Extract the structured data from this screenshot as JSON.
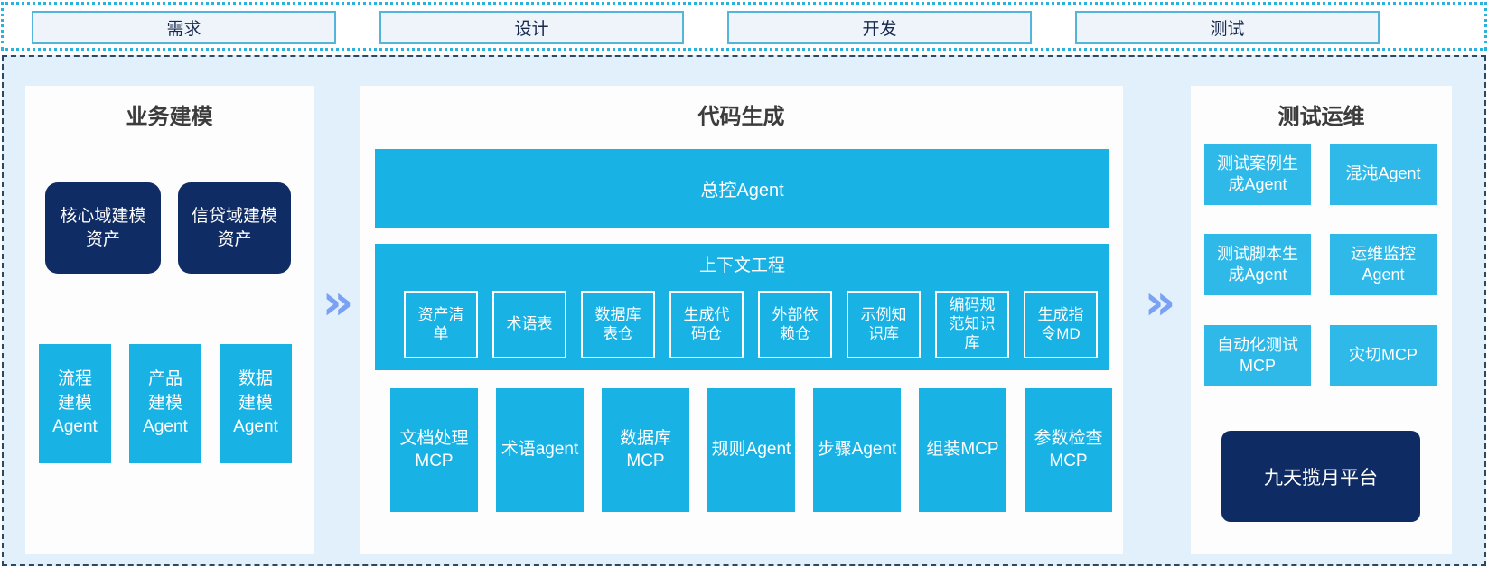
{
  "phases": [
    {
      "label": "需求"
    },
    {
      "label": "设计"
    },
    {
      "label": "开发"
    },
    {
      "label": "测试"
    }
  ],
  "arrows": {
    "glyph": "»"
  },
  "palette": {
    "cyan": "#18b2e5",
    "cyan_light": "#2eb9e8",
    "navy": "#102c64",
    "container_bg": "#e2f0fb",
    "panel_bg": "#fdfdfe",
    "dotted_border": "#29b2dd",
    "dashed_border": "#2b4960",
    "phase_box_bg": "#eef4f9",
    "phase_box_border": "#55b4da",
    "arrow": "#7aa1f3"
  },
  "business_modeling": {
    "title": "业务建模",
    "assets": [
      {
        "label": "核心域建模资产"
      },
      {
        "label": "信贷域建模资产"
      }
    ],
    "agents": [
      {
        "label": "流程建模Agent"
      },
      {
        "label": "产品建模Agent"
      },
      {
        "label": "数据建模Agent"
      }
    ]
  },
  "code_generation": {
    "title": "代码生成",
    "master_agent": "总控Agent",
    "context_engineering": {
      "title": "上下文工程",
      "items": [
        {
          "label": "资产清单"
        },
        {
          "label": "术语表"
        },
        {
          "label": "数据库表仓"
        },
        {
          "label": "生成代码仓"
        },
        {
          "label": "外部依赖仓"
        },
        {
          "label": "示例知识库"
        },
        {
          "label": "编码规范知识库"
        },
        {
          "label": "生成指令MD"
        }
      ]
    },
    "tools": [
      {
        "label": "文档处理MCP"
      },
      {
        "label": "术语agent"
      },
      {
        "label": "数据库MCP"
      },
      {
        "label": "规则Agent"
      },
      {
        "label": "步骤Agent"
      },
      {
        "label": "组装MCP"
      },
      {
        "label": "参数检查MCP"
      }
    ]
  },
  "test_ops": {
    "title": "测试运维",
    "boxes": [
      {
        "label": "测试案例生成Agent"
      },
      {
        "label": "混沌Agent"
      },
      {
        "label": "测试脚本生成Agent"
      },
      {
        "label": "运维监控Agent"
      },
      {
        "label": "自动化测试MCP"
      },
      {
        "label": "灾切MCP"
      }
    ],
    "platform": {
      "label": "九天揽月平台"
    }
  }
}
